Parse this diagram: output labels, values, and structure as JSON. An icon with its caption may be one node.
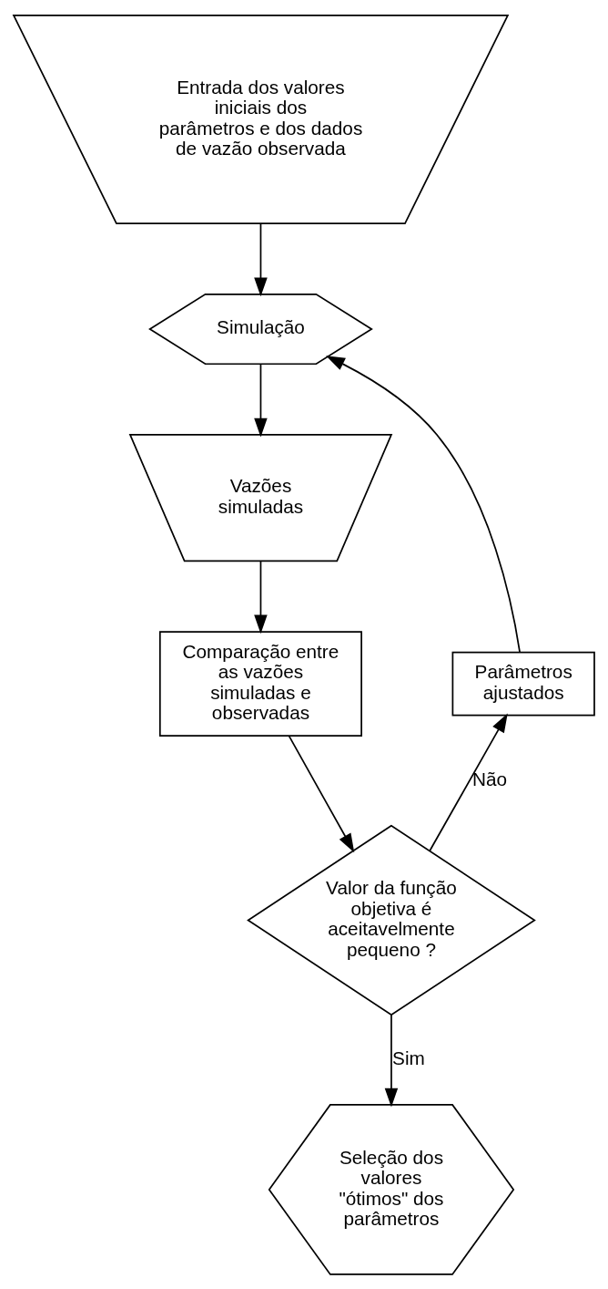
{
  "diagram": {
    "nodes": [
      {
        "text": [
          "Entrada dos valores iniciais dos parâmetros e dos dados de vazão observada"
        ]
      },
      {
        "text": [
          "Simulação"
        ]
      },
      {
        "text": [
          "Vazões simuladas"
        ]
      },
      {
        "text": [
          "Comparação entre as vazões simuladas e observadas"
        ]
      },
      {
        "text": [
          "Valor da função objetiva é aceitavelmente pequeno ?"
        ]
      },
      {
        "text": [
          "Parâmetros ajustados"
        ]
      },
      {
        "text": [
          "Seleção dos valores \"ótimos\" dos parâmetros"
        ]
      }
    ],
    "edges": [
      {
        "from": 0,
        "to": 1,
        "arrow": "to"
      },
      {
        "from": 1,
        "to": 2,
        "arrow": "to"
      },
      {
        "from": 2,
        "to": 3,
        "arrow": "to"
      },
      {
        "from": 3,
        "to": 4,
        "arrow": "to"
      },
      {
        "from": 4,
        "to": 5,
        "arrow": "to",
        "label": "Não"
      },
      {
        "from": 5,
        "to": 1,
        "arrow": "to"
      },
      {
        "from": 4,
        "to": 6,
        "arrow": "to",
        "label": "Sim"
      }
    ]
  }
}
